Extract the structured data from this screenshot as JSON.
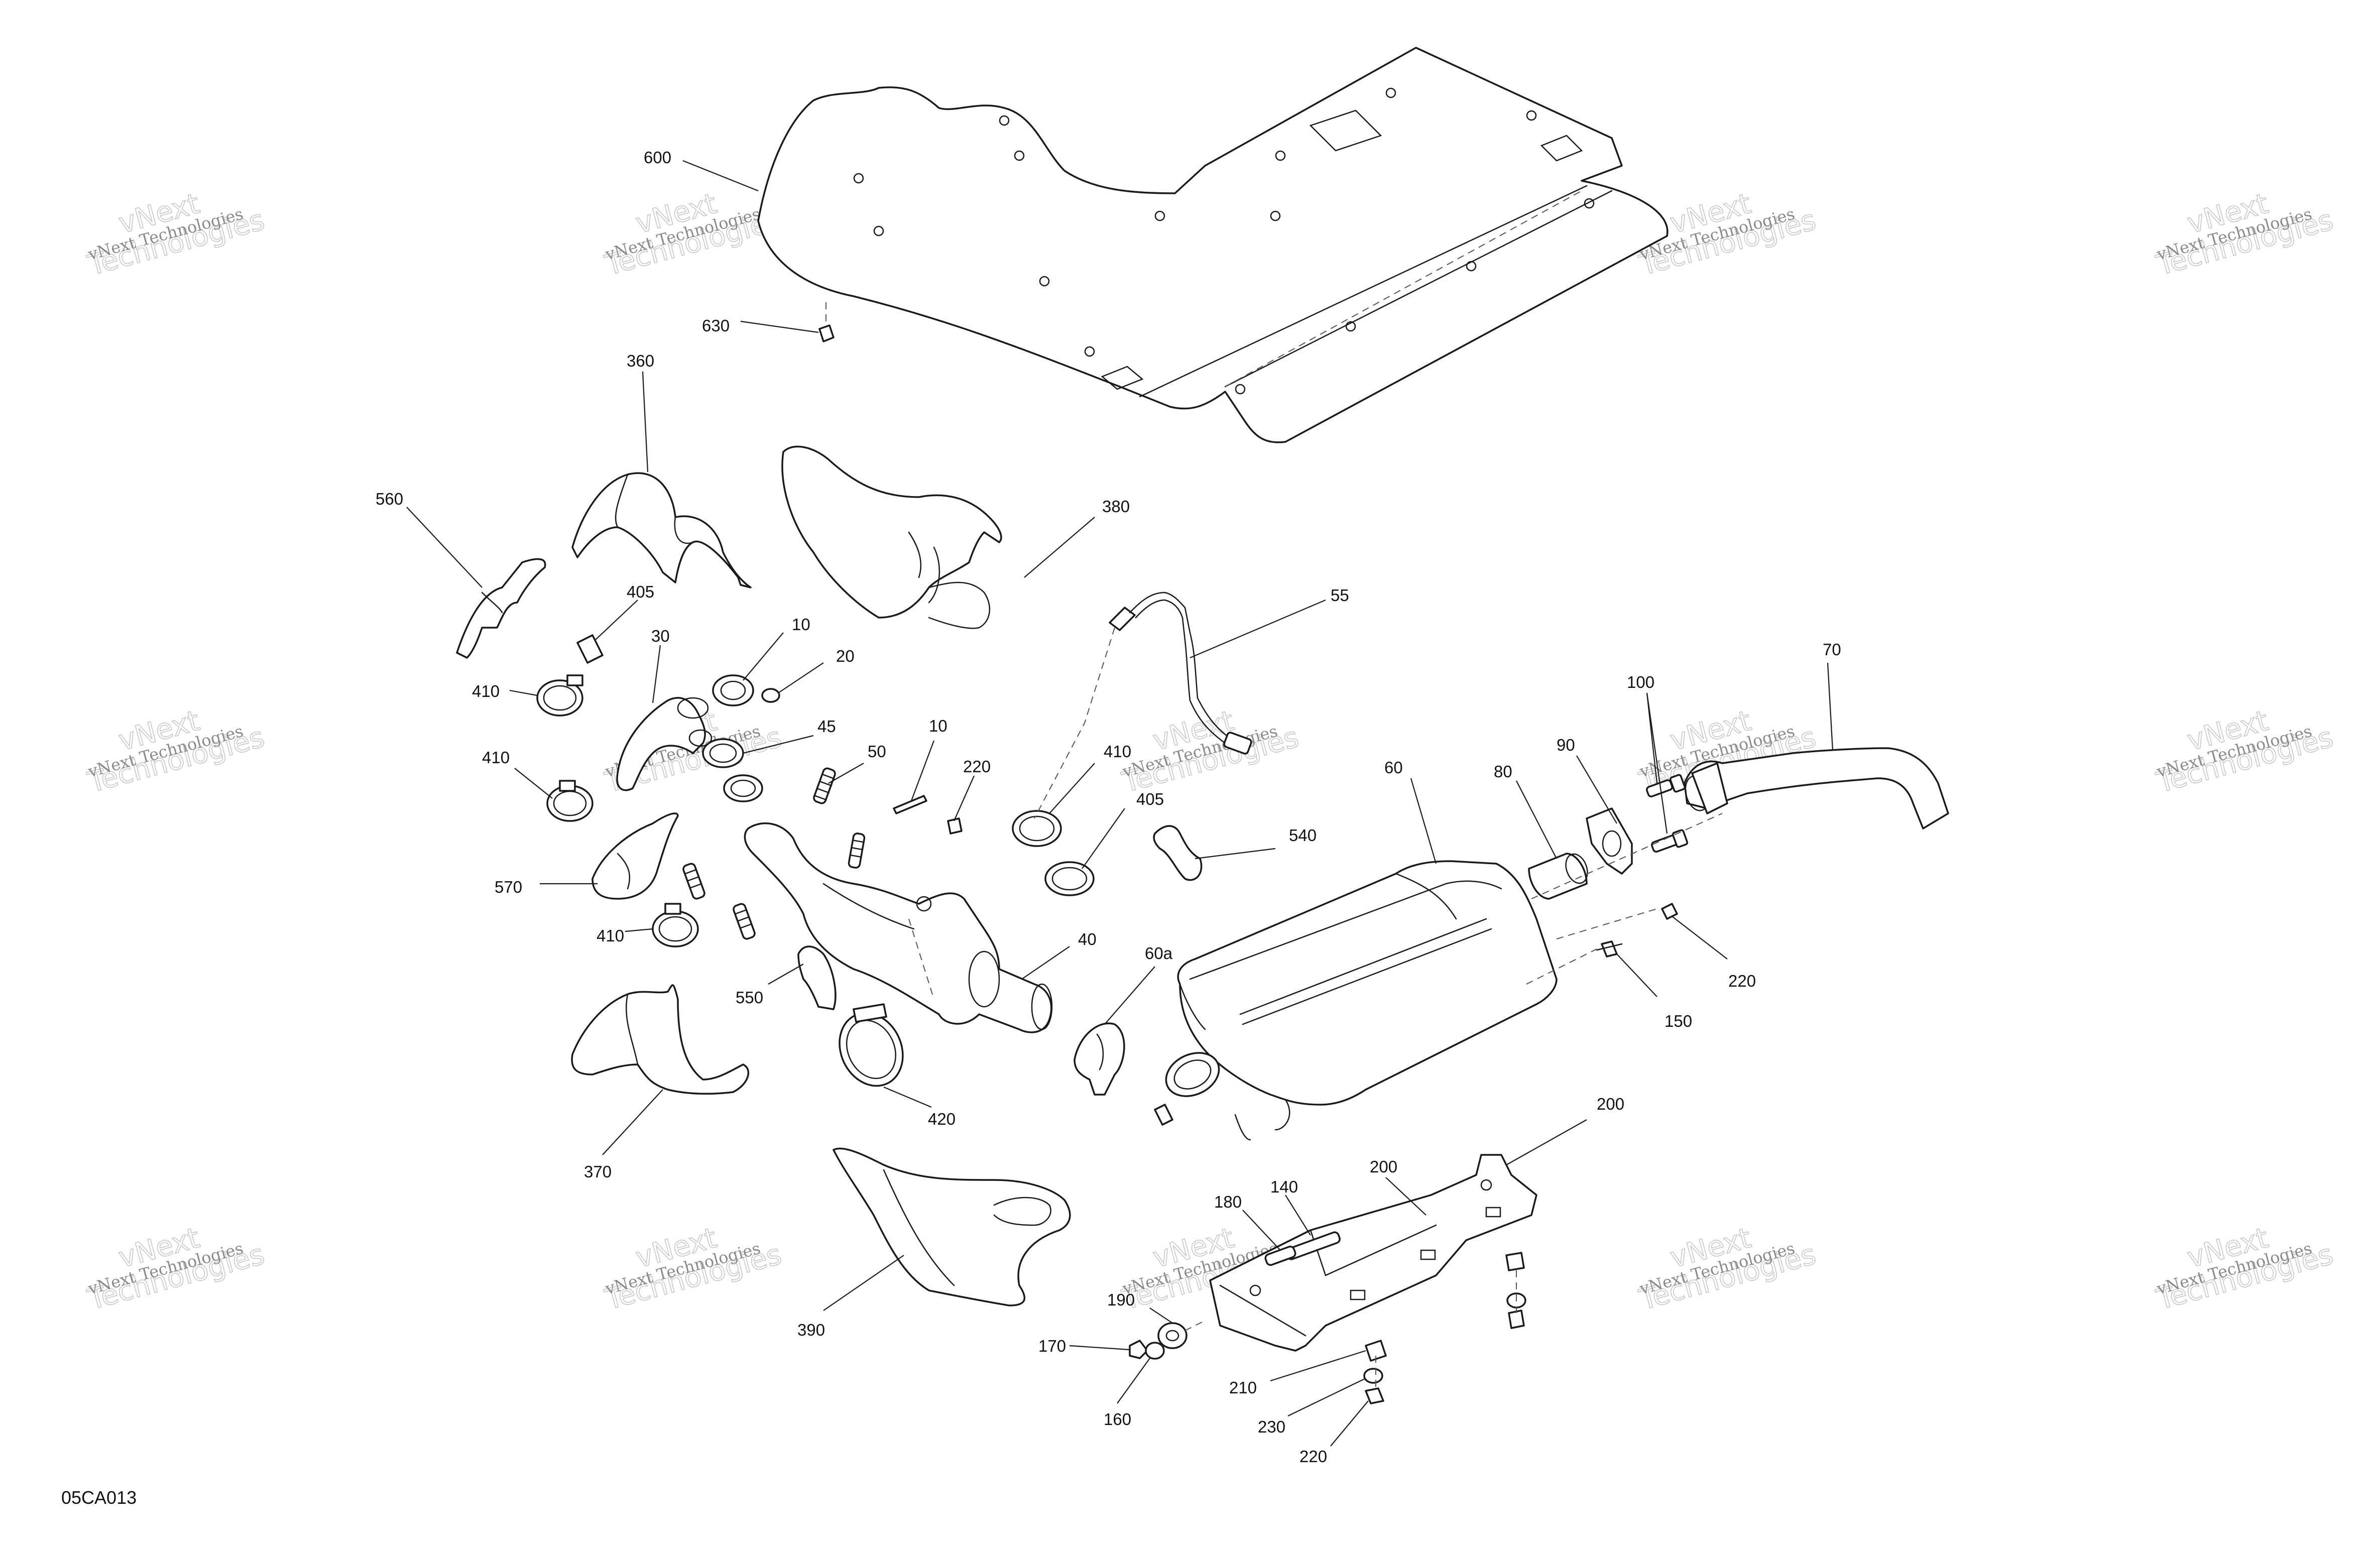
{
  "diagram": {
    "reference_code": "05CA013",
    "watermark": {
      "line1": "vNext Technologies",
      "line2": "vNext",
      "line3": "Technologies"
    },
    "callouts": [
      {
        "id": "600",
        "label": "600"
      },
      {
        "id": "630",
        "label": "630"
      },
      {
        "id": "360",
        "label": "360"
      },
      {
        "id": "560",
        "label": "560"
      },
      {
        "id": "380",
        "label": "380"
      },
      {
        "id": "405-a",
        "label": "405"
      },
      {
        "id": "30",
        "label": "30"
      },
      {
        "id": "10-a",
        "label": "10"
      },
      {
        "id": "20",
        "label": "20"
      },
      {
        "id": "410-a",
        "label": "410"
      },
      {
        "id": "45",
        "label": "45"
      },
      {
        "id": "410-b",
        "label": "410"
      },
      {
        "id": "50",
        "label": "50"
      },
      {
        "id": "10-b",
        "label": "10"
      },
      {
        "id": "220-a",
        "label": "220"
      },
      {
        "id": "410-c",
        "label": "410"
      },
      {
        "id": "405-b",
        "label": "405"
      },
      {
        "id": "55",
        "label": "55"
      },
      {
        "id": "570",
        "label": "570"
      },
      {
        "id": "410-d",
        "label": "410"
      },
      {
        "id": "550",
        "label": "550"
      },
      {
        "id": "40",
        "label": "40"
      },
      {
        "id": "60a",
        "label": "60a"
      },
      {
        "id": "540",
        "label": "540"
      },
      {
        "id": "60",
        "label": "60"
      },
      {
        "id": "80",
        "label": "80"
      },
      {
        "id": "90",
        "label": "90"
      },
      {
        "id": "100",
        "label": "100"
      },
      {
        "id": "70",
        "label": "70"
      },
      {
        "id": "220-b",
        "label": "220"
      },
      {
        "id": "150",
        "label": "150"
      },
      {
        "id": "420",
        "label": "420"
      },
      {
        "id": "370",
        "label": "370"
      },
      {
        "id": "200-a",
        "label": "200"
      },
      {
        "id": "200-b",
        "label": "200"
      },
      {
        "id": "140",
        "label": "140"
      },
      {
        "id": "180",
        "label": "180"
      },
      {
        "id": "390",
        "label": "390"
      },
      {
        "id": "190",
        "label": "190"
      },
      {
        "id": "170",
        "label": "170"
      },
      {
        "id": "160",
        "label": "160"
      },
      {
        "id": "210",
        "label": "210"
      },
      {
        "id": "230",
        "label": "230"
      },
      {
        "id": "220-c",
        "label": "220"
      }
    ]
  }
}
